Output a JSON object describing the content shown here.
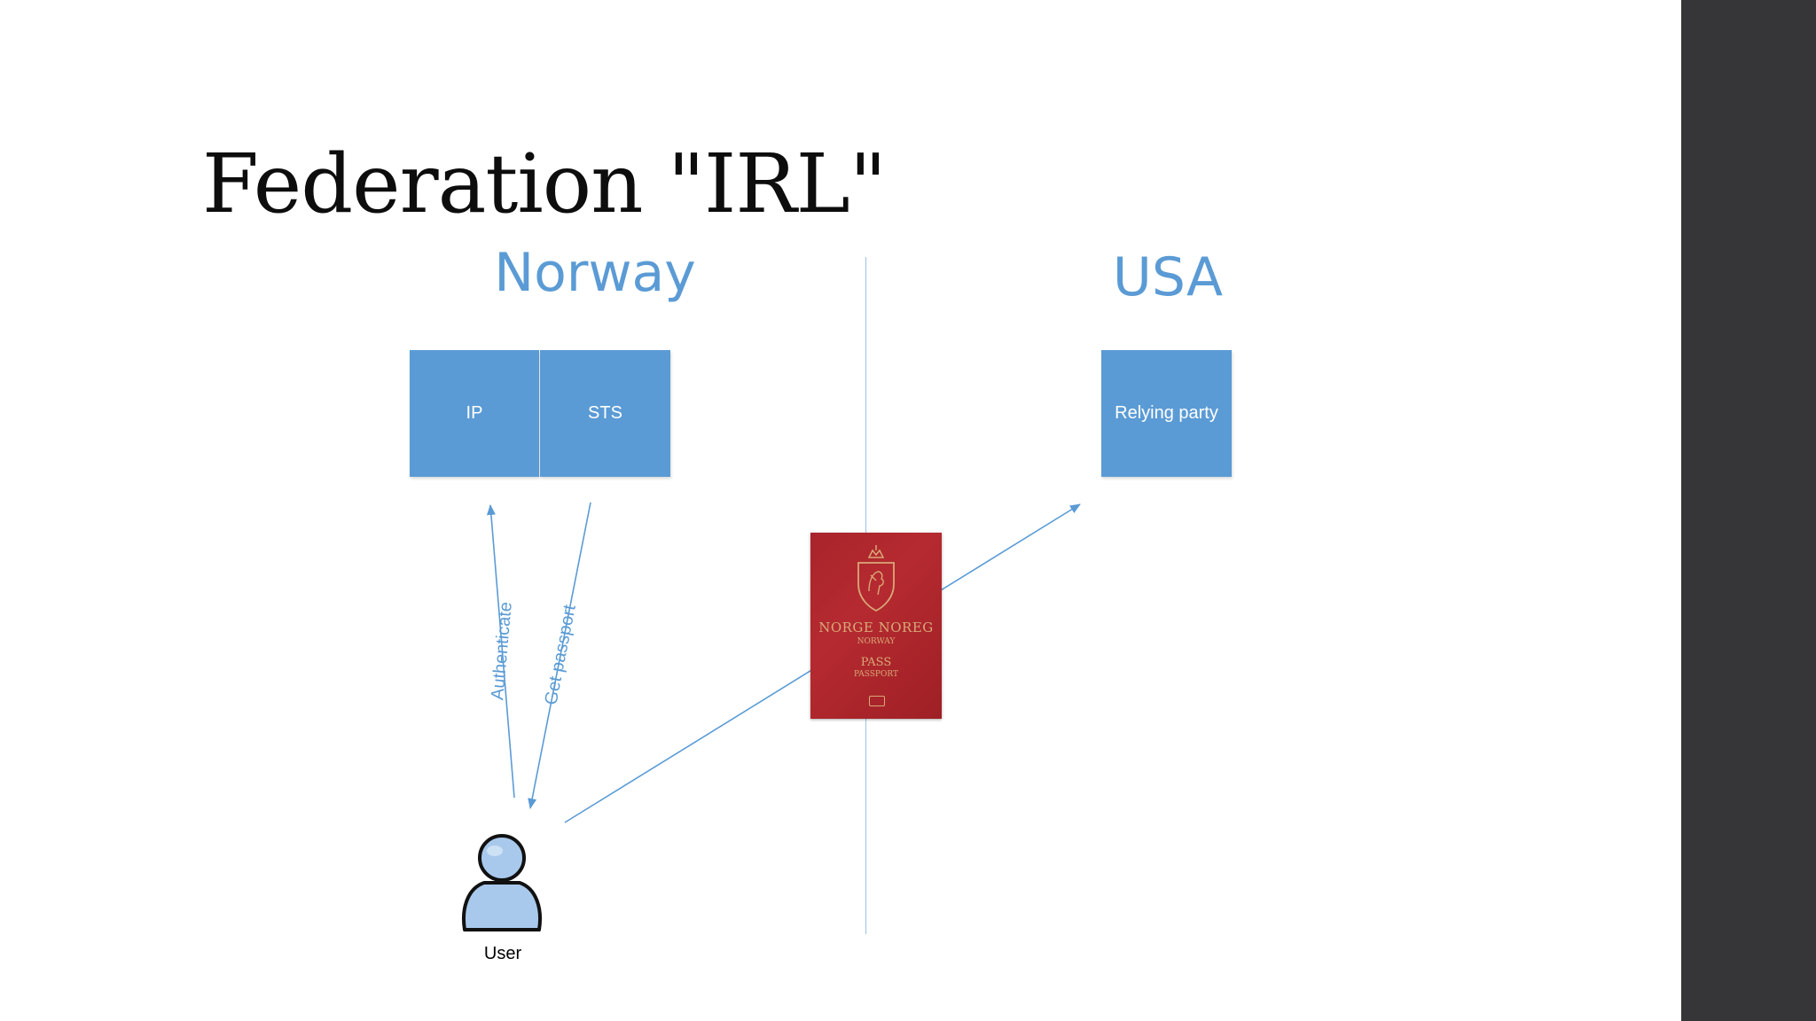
{
  "slide": {
    "title": "Federation \"IRL\"",
    "regions": {
      "left": "Norway",
      "right": "USA"
    },
    "boxes": {
      "ip": "IP",
      "sts": "STS",
      "relying_party": "Relying party"
    },
    "edges": {
      "authenticate": "Authenticate",
      "get_passport": "Get passport"
    },
    "passport": {
      "country": "NORGE NOREG",
      "country_en": "NORWAY",
      "pass": "PASS",
      "passport": "PASSPORT"
    },
    "user_label": "User"
  },
  "colors": {
    "accent": "#5b9bd5",
    "passport": "#a8252b",
    "side_panel": "#363638"
  },
  "icons": {
    "user": "user-icon",
    "passport": "passport-icon",
    "crest": "coat-of-arms-icon"
  }
}
